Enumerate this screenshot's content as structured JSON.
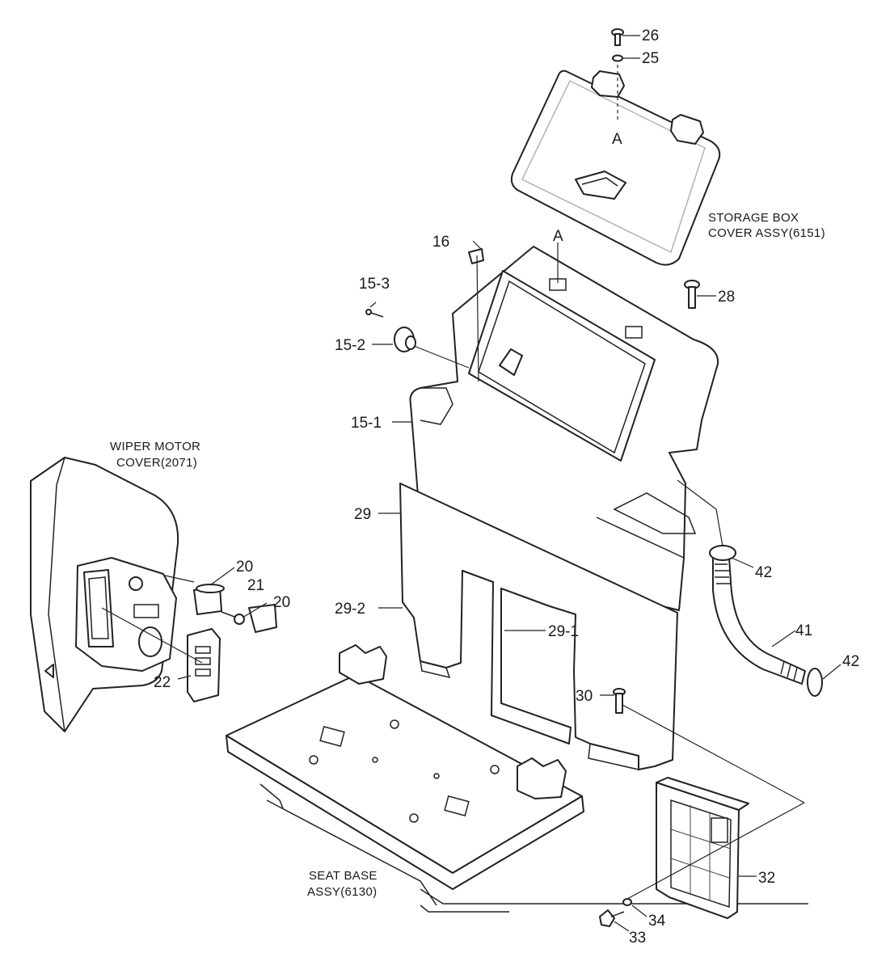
{
  "callouts": {
    "c26": "26",
    "c25": "25",
    "cA_top": "A",
    "cA_box": "A",
    "c16": "16",
    "c15_3": "15-3",
    "c15_2": "15-2",
    "c15_1": "15-1",
    "c28": "28",
    "c29": "29",
    "c29_2": "29-2",
    "c29_1": "29-1",
    "c20_a": "20",
    "c20_b": "20",
    "c21": "21",
    "c22": "22",
    "c42_a": "42",
    "c42_b": "42",
    "c41": "41",
    "c30": "30",
    "c32": "32",
    "c33": "33",
    "c34": "34"
  },
  "sections": {
    "storage_box_line1": "STORAGE BOX",
    "storage_box_line2": "COVER ASSY(6151)",
    "wiper_line1": "WIPER MOTOR",
    "wiper_line2": "COVER(2071)",
    "seat_line1": "SEAT BASE",
    "seat_line2": "ASSY(6130)"
  }
}
